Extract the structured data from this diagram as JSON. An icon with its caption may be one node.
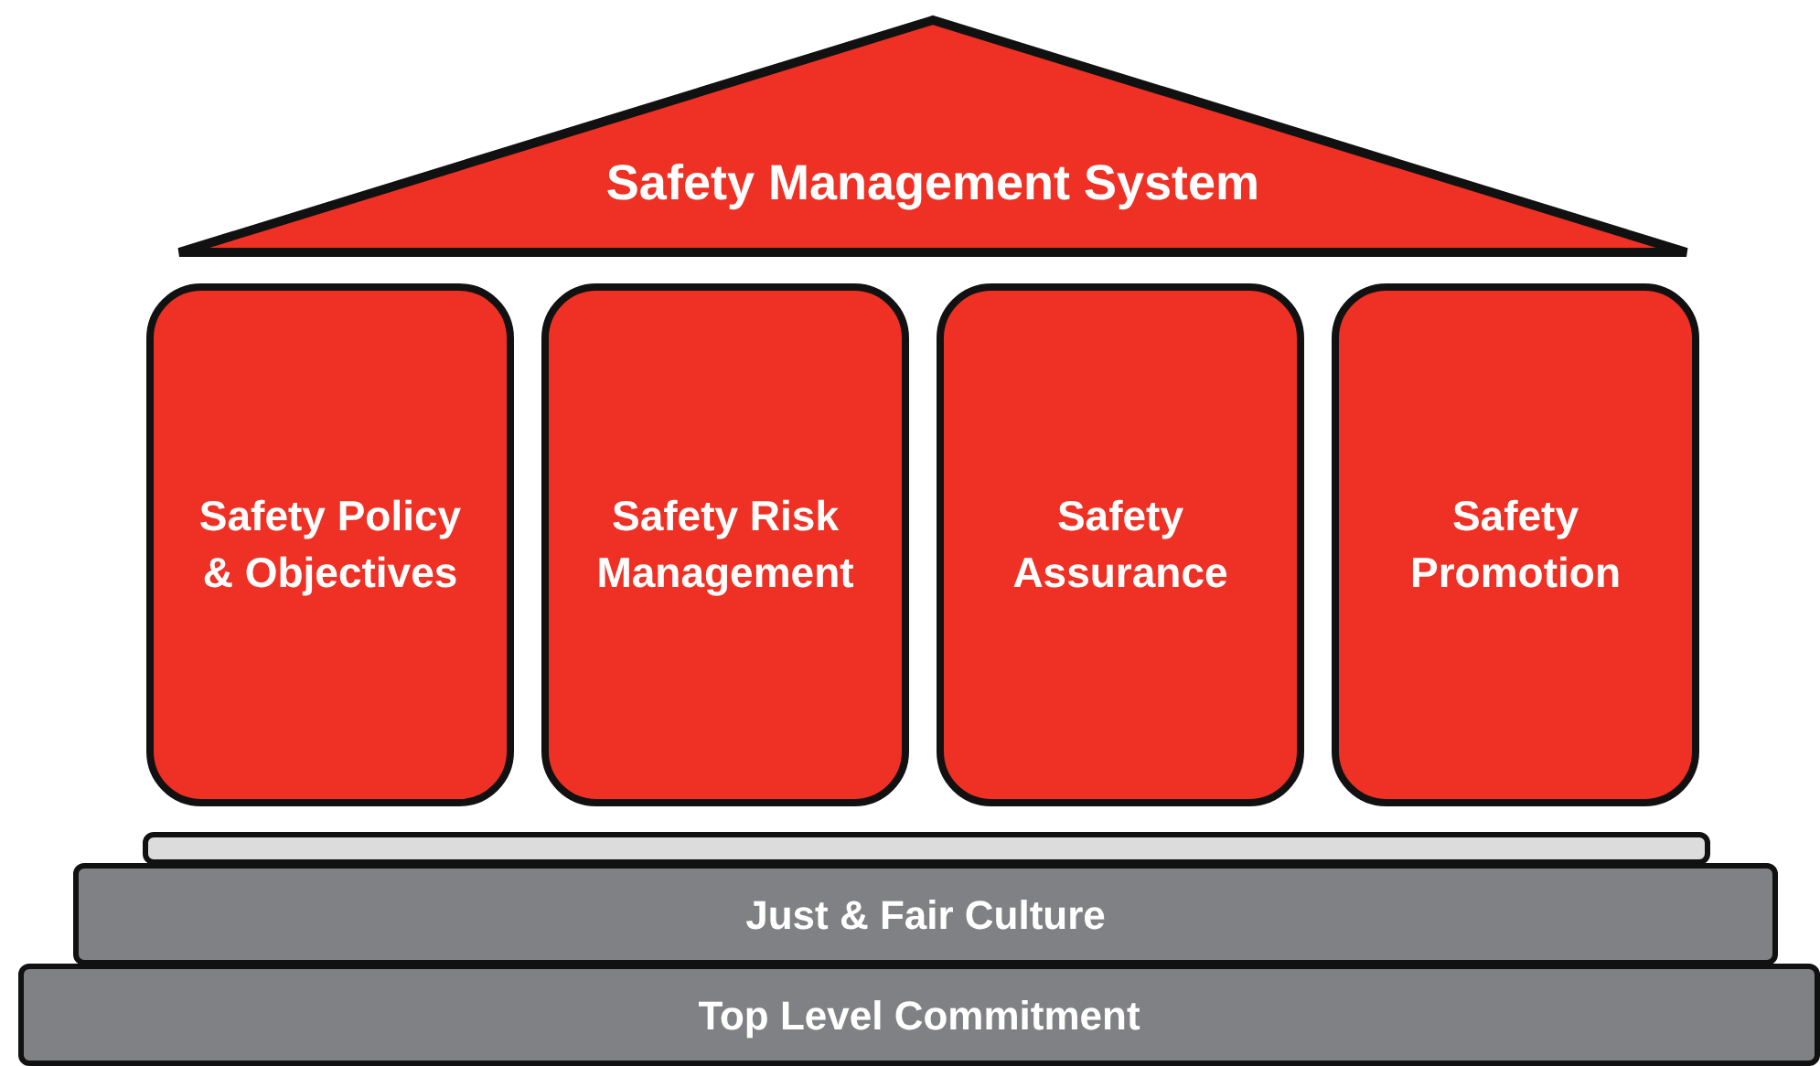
{
  "diagram": {
    "nodes": [
      {
        "text": [
          "Safety Management System"
        ]
      },
      {
        "text": [
          "Safety Policy & Objectives"
        ]
      },
      {
        "text": [
          "Safety Risk Management"
        ]
      },
      {
        "text": [
          "Safety Assurance"
        ]
      },
      {
        "text": [
          "Safety Promotion"
        ]
      },
      {
        "text": [],
        "shape": "bar"
      },
      {
        "text": [
          "Just & Fair Culture"
        ]
      },
      {
        "text": [
          "Top Level Commitment"
        ]
      }
    ]
  }
}
